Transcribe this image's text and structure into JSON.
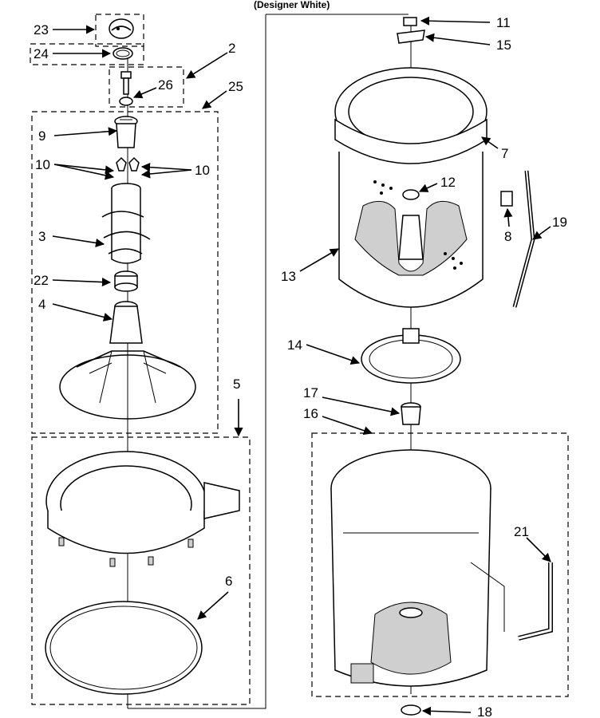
{
  "header": {
    "text": "(Designer White)"
  },
  "callouts": {
    "c23": "23",
    "c24": "24",
    "c2": "2",
    "c26": "26",
    "c25": "25",
    "c9": "9",
    "c10a": "10",
    "c10b": "10",
    "c3": "3",
    "c22": "22",
    "c4": "4",
    "c5": "5",
    "c6": "6",
    "c11": "11",
    "c15": "15",
    "c7": "7",
    "c12": "12",
    "c8": "8",
    "c19": "19",
    "c13": "13",
    "c14": "14",
    "c17": "17",
    "c16": "16",
    "c21": "21",
    "c18": "18"
  }
}
